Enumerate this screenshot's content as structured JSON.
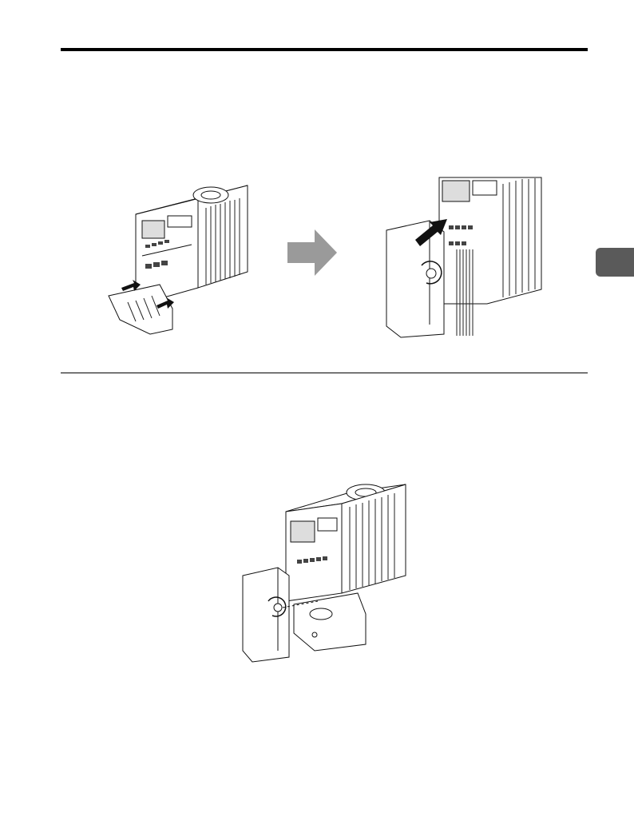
{
  "page": {
    "header_rule": "thick",
    "section_rule": "thin",
    "side_tab_color": "#5a5a5a",
    "figures": [
      {
        "name": "drive-with-bottom-cover-installation"
      },
      {
        "name": "transition-arrow",
        "color": "#9a9a9a"
      },
      {
        "name": "drive-front-cover-attach-with-wires"
      },
      {
        "name": "drive-front-cover-attach-with-conduit-bracket"
      }
    ]
  }
}
